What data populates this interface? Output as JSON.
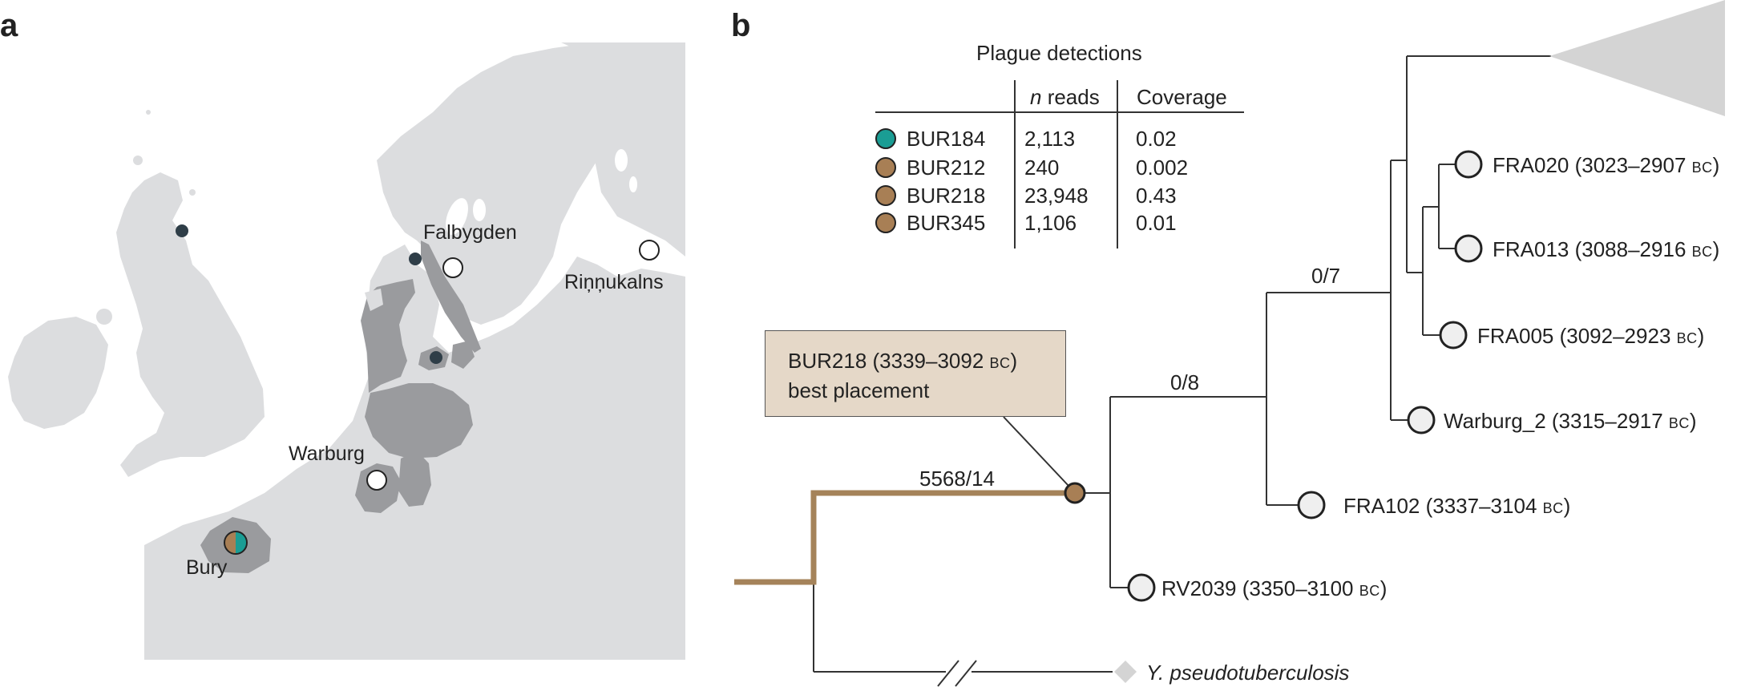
{
  "panels": {
    "a": "a",
    "b": "b"
  },
  "map": {
    "colors": {
      "sea": "#ffffff",
      "land": "#dcdddf",
      "region": "#9a9b9e",
      "dark_site": "#2f3e48"
    },
    "labels": {
      "falbygden": "Falbygden",
      "rinnukalns": "Riņņukalns",
      "warburg": "Warburg",
      "bury": "Bury"
    }
  },
  "table": {
    "title": "Plague detections",
    "col_reads_n": "n",
    "col_reads": " reads",
    "col_coverage": "Coverage",
    "rows": [
      {
        "sample": "BUR184",
        "reads": "2,113",
        "coverage": "0.02",
        "color": "#1a9d94"
      },
      {
        "sample": "BUR212",
        "reads": "240",
        "coverage": "0.002",
        "color": "#a87f55"
      },
      {
        "sample": "BUR218",
        "reads": "23,948",
        "coverage": "0.43",
        "color": "#a87f55"
      },
      {
        "sample": "BUR345",
        "reads": "1,106",
        "coverage": "0.01",
        "color": "#a87f55"
      }
    ]
  },
  "tree": {
    "colors": {
      "highlight_branch": "#a5835a",
      "line": "#333333",
      "tip_fill": "#efefef",
      "clade": "#d4d4d4"
    },
    "callout": {
      "line1_name": "BUR218 (3339–3092 ",
      "line1_era": "BC",
      "line1_end": ")",
      "line2": "best placement"
    },
    "branch_labels": {
      "b1": "5568/14",
      "b2": "0/8",
      "b3": "0/7"
    },
    "tips": [
      {
        "name": "FRA020 (3023–2907 ",
        "era": "BC",
        "end": ")"
      },
      {
        "name": "FRA013 (3088–2916 ",
        "era": "BC",
        "end": ")"
      },
      {
        "name": "FRA005 (3092–2923 ",
        "era": "BC",
        "end": ")"
      },
      {
        "name": "Warburg_2 (3315–2917 ",
        "era": "BC",
        "end": ")"
      },
      {
        "name": "FRA102 (3337–3104 ",
        "era": "BC",
        "end": ")"
      },
      {
        "name": "RV2039 (3350–3100 ",
        "era": "BC",
        "end": ")"
      }
    ],
    "outgroup": "Y. pseudotuberculosis"
  }
}
